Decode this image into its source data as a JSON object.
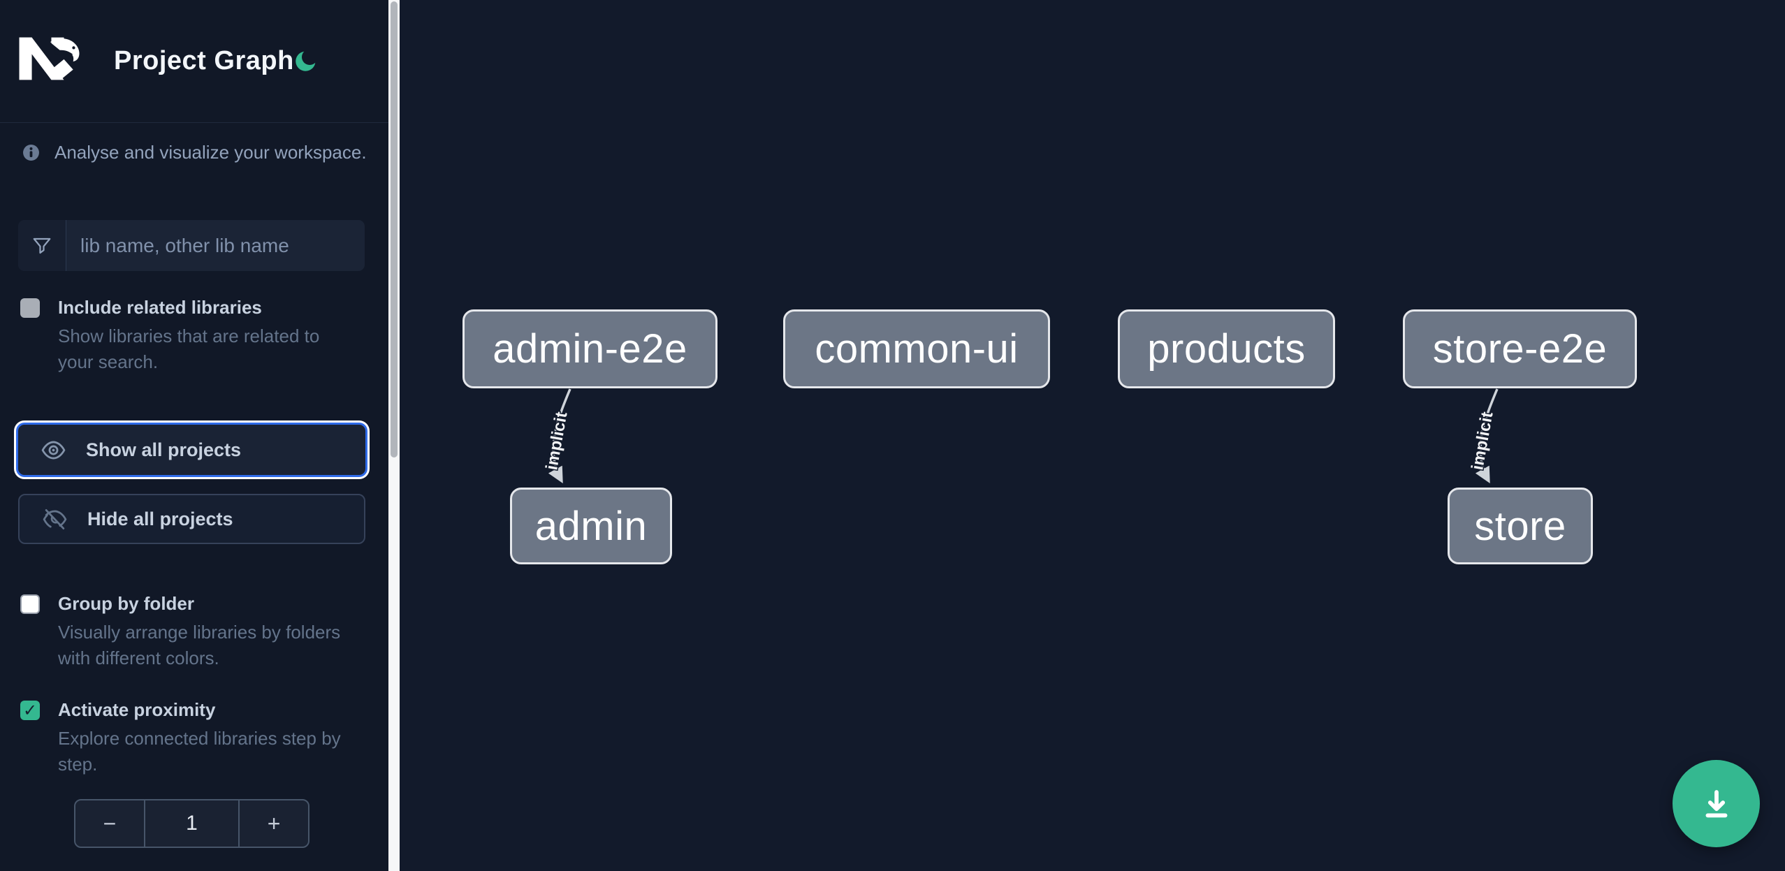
{
  "colors": {
    "accent_green": "#34b890",
    "focus_blue": "#2f6bea",
    "node_fill": "#6c7686",
    "node_border": "#e5e7eb",
    "background": "#111827"
  },
  "header": {
    "title": "Project Graph",
    "logo": "nx-logo",
    "theme_toggle_icon": "moon-icon"
  },
  "sidebar": {
    "tagline": "Analyse and visualize your workspace.",
    "search": {
      "icon": "filter-funnel-icon",
      "placeholder": "lib name, other lib name",
      "value": ""
    },
    "checkboxes": [
      {
        "label": "Include related libraries",
        "description": "Show libraries that are related to your search.",
        "checked": false
      },
      {
        "label": "Group by folder",
        "description": "Visually arrange libraries by folders with different colors.",
        "checked": false
      },
      {
        "label": "Activate proximity",
        "description": "Explore connected libraries step by step.",
        "checked": true,
        "checkmark": "✓"
      }
    ],
    "buttons": [
      {
        "label": "Show all projects",
        "icon": "eye-icon",
        "focused": true
      },
      {
        "label": "Hide all projects",
        "icon": "eye-off-icon",
        "focused": false
      }
    ],
    "proximity_stepper": {
      "decrement_label": "−",
      "value": "1",
      "increment_label": "+"
    }
  },
  "graph": {
    "nodes": [
      {
        "label": "admin-e2e"
      },
      {
        "label": "common-ui"
      },
      {
        "label": "products"
      },
      {
        "label": "store-e2e"
      },
      {
        "label": "admin"
      },
      {
        "label": "store"
      }
    ],
    "edges": [
      {
        "from": "admin-e2e",
        "to": "admin",
        "type": "implicit",
        "label": "implicit"
      },
      {
        "from": "store-e2e",
        "to": "store",
        "type": "implicit",
        "label": "implicit"
      }
    ]
  },
  "fab": {
    "icon": "download-icon"
  }
}
